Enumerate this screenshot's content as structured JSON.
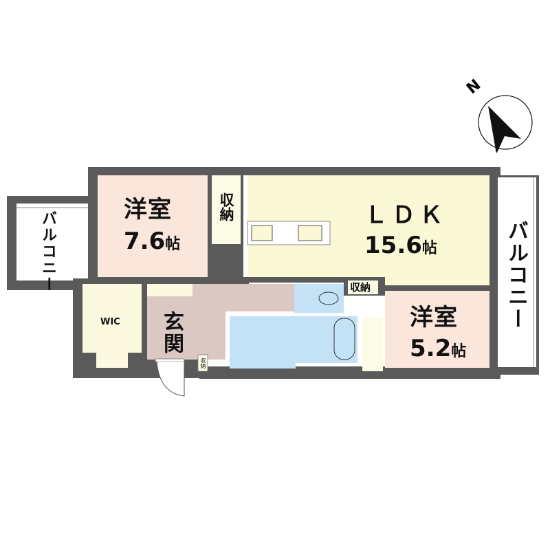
{
  "compass": {
    "label": "N",
    "icon": "north-arrow-icon"
  },
  "colors": {
    "wall": "#5a5a5a",
    "western_room": "#fbe6dc",
    "ldk": "#fbf8d6",
    "storage": "#fbfbe6",
    "entrance": "#dcc8c2",
    "wet_area": "#c4e2f6",
    "balcony": "#ffffff"
  },
  "rooms": {
    "western_room_1": {
      "name": "洋室",
      "area": "7.6",
      "unit": "帖"
    },
    "storage_1": {
      "name": "収納"
    },
    "ldk": {
      "name": "ＬＤＫ",
      "area": "15.6",
      "unit": "帖"
    },
    "balcony_left": {
      "name": "バルコニー"
    },
    "balcony_right": {
      "name": "バルコニー"
    },
    "wic": {
      "name": "WIC"
    },
    "entrance": {
      "name": "玄関"
    },
    "storage_entrance": {
      "name": "収納"
    },
    "storage_2": {
      "name": "収納"
    },
    "western_room_2": {
      "name": "洋室",
      "area": "5.2",
      "unit": "帖"
    }
  }
}
